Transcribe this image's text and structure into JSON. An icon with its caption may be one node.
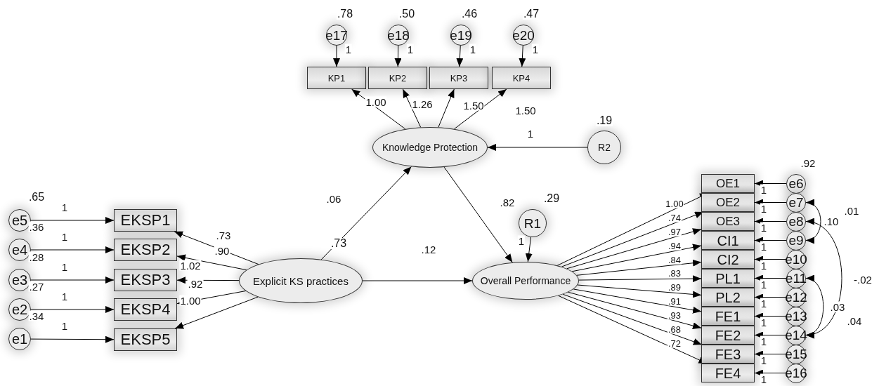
{
  "diagram": {
    "nodes": [
      {
        "text": [
          "e17"
        ],
        "beside": [
          ".78"
        ]
      },
      {
        "text": [
          "e18"
        ],
        "beside": [
          ".50"
        ]
      },
      {
        "text": [
          "e19"
        ],
        "beside": [
          ".46"
        ]
      },
      {
        "text": [
          "e20"
        ],
        "beside": [
          ".47"
        ]
      },
      {
        "text": [
          "KP1"
        ]
      },
      {
        "text": [
          "KP2"
        ]
      },
      {
        "text": [
          "KP3"
        ]
      },
      {
        "text": [
          "KP4"
        ]
      },
      {
        "text": [
          "Knowledge Protection"
        ]
      },
      {
        "text": [
          "R2"
        ],
        "beside": [
          ".19"
        ]
      },
      {
        "text": [
          "e5"
        ],
        "beside": [
          ".65"
        ]
      },
      {
        "text": [
          "e4"
        ]
      },
      {
        "text": [
          "e3"
        ]
      },
      {
        "text": [
          "e2"
        ]
      },
      {
        "text": [
          "e1"
        ]
      },
      {
        "text": [
          "EKSP1"
        ]
      },
      {
        "text": [
          "EKSP2"
        ]
      },
      {
        "text": [
          "EKSP3"
        ]
      },
      {
        "text": [
          "EKSP4"
        ]
      },
      {
        "text": [
          "EKSP5"
        ]
      },
      {
        "text": [
          "Explicit KS practices"
        ],
        "beside": [
          ".73"
        ]
      },
      {
        "text": [
          "R1"
        ],
        "beside": [
          ".29"
        ]
      },
      {
        "text": [
          "Overall Performance"
        ]
      },
      {
        "text": [
          "OE1"
        ]
      },
      {
        "text": [
          "OE2"
        ]
      },
      {
        "text": [
          "OE3"
        ]
      },
      {
        "text": [
          "CI1"
        ]
      },
      {
        "text": [
          "CI2"
        ]
      },
      {
        "text": [
          "PL1"
        ]
      },
      {
        "text": [
          "PL2"
        ]
      },
      {
        "text": [
          "FE1"
        ]
      },
      {
        "text": [
          "FE2"
        ]
      },
      {
        "text": [
          "FE3"
        ]
      },
      {
        "text": [
          "FE4"
        ]
      },
      {
        "text": [
          "e6"
        ]
      },
      {
        "text": [
          "e7"
        ]
      },
      {
        "text": [
          "e8"
        ]
      },
      {
        "text": [
          "e9"
        ]
      },
      {
        "text": [
          "e10"
        ]
      },
      {
        "text": [
          "e11"
        ]
      },
      {
        "text": [
          "e12"
        ]
      },
      {
        "text": [
          "e13"
        ]
      },
      {
        "text": [
          "e14"
        ]
      },
      {
        "text": [
          "e15"
        ]
      },
      {
        "text": [
          "e16"
        ]
      }
    ],
    "edges": [
      {
        "from": 0,
        "to": 4,
        "arrow": "to",
        "label": "1"
      },
      {
        "from": 1,
        "to": 5,
        "arrow": "to",
        "label": "1"
      },
      {
        "from": 2,
        "to": 6,
        "arrow": "to",
        "label": "1"
      },
      {
        "from": 3,
        "to": 7,
        "arrow": "to",
        "label": "1"
      },
      {
        "from": 8,
        "to": 4,
        "arrow": "to",
        "label": "1.00"
      },
      {
        "from": 8,
        "to": 5,
        "arrow": "to",
        "label": "1.26"
      },
      {
        "from": 8,
        "to": 6,
        "arrow": "to",
        "label": "1.50"
      },
      {
        "from": 8,
        "to": 7,
        "arrow": "to",
        "label": "1.50"
      },
      {
        "from": 9,
        "to": 8,
        "arrow": "to",
        "label": "1"
      },
      {
        "from": 10,
        "to": 15,
        "arrow": "to",
        "label": "1"
      },
      {
        "from": 11,
        "to": 16,
        "arrow": "to",
        "label": "1"
      },
      {
        "from": 12,
        "to": 17,
        "arrow": "to",
        "label": "1"
      },
      {
        "from": 13,
        "to": 18,
        "arrow": "to",
        "label": "1"
      },
      {
        "from": 14,
        "to": 19,
        "arrow": "to",
        "label": "1"
      },
      {
        "from": 20,
        "to": 15,
        "arrow": "to",
        "label": ".73"
      },
      {
        "from": 20,
        "to": 16,
        "arrow": "to",
        "label": ".90"
      },
      {
        "from": 20,
        "to": 17,
        "arrow": "to",
        "label": "1.02"
      },
      {
        "from": 20,
        "to": 18,
        "arrow": "to",
        "label": ".92"
      },
      {
        "from": 20,
        "to": 19,
        "arrow": "to",
        "label": "1.00"
      },
      {
        "from": 20,
        "to": 8,
        "arrow": "to",
        "label": ".06"
      },
      {
        "from": 20,
        "to": 22,
        "arrow": "to",
        "label": ".12"
      },
      {
        "from": 8,
        "to": 22,
        "arrow": "to",
        "label": ".82"
      },
      {
        "from": 21,
        "to": 22,
        "arrow": "to",
        "label": "1"
      },
      {
        "from": 22,
        "to": 23,
        "arrow": "to",
        "label": "1.00"
      },
      {
        "from": 22,
        "to": 24,
        "arrow": "to",
        "label": ".74"
      },
      {
        "from": 22,
        "to": 25,
        "arrow": "to",
        "label": ".97"
      },
      {
        "from": 22,
        "to": 26,
        "arrow": "to",
        "label": ".94"
      },
      {
        "from": 22,
        "to": 27,
        "arrow": "to",
        "label": ".84"
      },
      {
        "from": 22,
        "to": 28,
        "arrow": "to",
        "label": ".83"
      },
      {
        "from": 22,
        "to": 29,
        "arrow": "to",
        "label": ".89"
      },
      {
        "from": 22,
        "to": 30,
        "arrow": "to",
        "label": ".91"
      },
      {
        "from": 22,
        "to": 31,
        "arrow": "to",
        "label": ".93"
      },
      {
        "from": 22,
        "to": 32,
        "arrow": "to",
        "label": ".68"
      },
      {
        "from": 22,
        "to": 33,
        "arrow": "to",
        "label": ".72"
      },
      {
        "from": 34,
        "to": 23,
        "arrow": "to",
        "label": "1"
      },
      {
        "from": 35,
        "to": 24,
        "arrow": "to",
        "label": "1"
      },
      {
        "from": 36,
        "to": 25,
        "arrow": "to",
        "label": "1"
      },
      {
        "from": 37,
        "to": 26,
        "arrow": "to",
        "label": "1"
      },
      {
        "from": 38,
        "to": 27,
        "arrow": "to",
        "label": "1"
      },
      {
        "from": 39,
        "to": 28,
        "arrow": "to",
        "label": "1"
      },
      {
        "from": 40,
        "to": 29,
        "arrow": "to",
        "label": "1"
      },
      {
        "from": 41,
        "to": 30,
        "arrow": "to",
        "label": "1"
      },
      {
        "from": 42,
        "to": 31,
        "arrow": "to",
        "label": "1"
      },
      {
        "from": 43,
        "to": 32,
        "arrow": "to",
        "label": "1"
      },
      {
        "from": 44,
        "to": 33,
        "arrow": "to",
        "label": "1"
      },
      {
        "from": 36,
        "to": 42,
        "arrow": "both",
        "label": "-.02"
      },
      {
        "from": 39,
        "to": 42,
        "arrow": "both",
        "label": ".03"
      },
      {
        "from": 35,
        "to": 37,
        "arrow": "both",
        "label": ".10"
      }
    ],
    "labels": [
      ".36",
      ".28",
      ".27",
      ".34",
      ".92",
      ".01",
      ".04"
    ]
  }
}
